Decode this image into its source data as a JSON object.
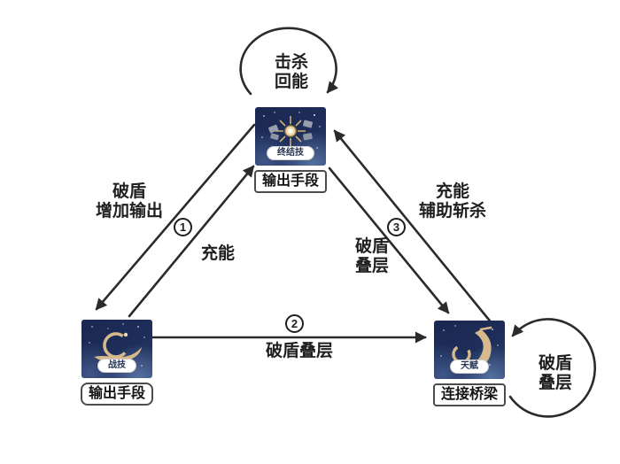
{
  "diagram": {
    "title_hint": "skill-relationship-triangle",
    "colors": {
      "arrow": "#2b2b2b",
      "text": "#1f1f1f",
      "node_navy_dark": "#1a2750",
      "node_navy_light": "#2c406f",
      "icon_gold": "#d6ba8c",
      "shard_grey": "#98a0ae",
      "badge_text": "#253454"
    },
    "nodes": {
      "ultimate": {
        "badge": "终结技",
        "caption": "输出手段"
      },
      "skill": {
        "badge": "战技",
        "caption": "输出手段"
      },
      "talent": {
        "badge": "天赋",
        "caption": "连接桥梁"
      }
    },
    "edges": {
      "kill_energy_loop": {
        "lines": [
          "击杀",
          "回能"
        ]
      },
      "break_shield_boost": {
        "lines": [
          "破盾",
          "增加输出"
        ],
        "number": "1"
      },
      "charge_left": {
        "label": "充能"
      },
      "charge_assist_kill": {
        "lines": [
          "充能",
          "辅助斩杀"
        ]
      },
      "break_shield_stack_right": {
        "lines": [
          "破盾",
          "叠层"
        ],
        "number": "3"
      },
      "break_shield_stack_bottom": {
        "label": "破盾叠层",
        "number": "2"
      },
      "break_shield_stack_loop": {
        "lines": [
          "破盾",
          "叠层"
        ]
      }
    }
  }
}
